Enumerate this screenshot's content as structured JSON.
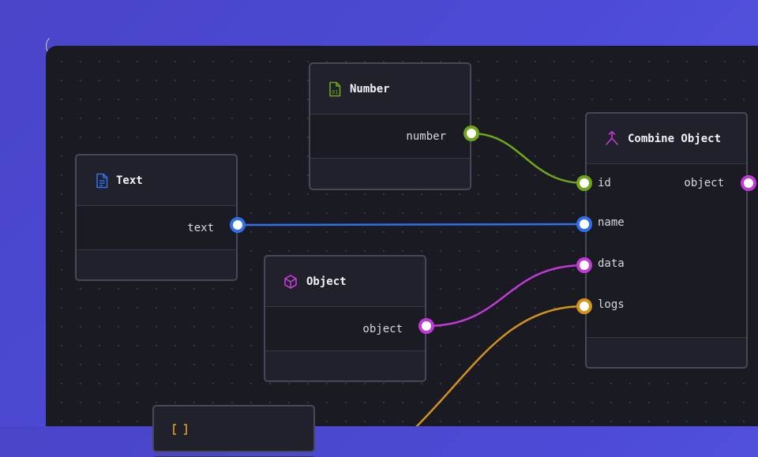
{
  "colors": {
    "number": "#6ea51a",
    "text": "#3170e8",
    "object": "#c23ad6",
    "logs": "#d3921c"
  },
  "nodes": {
    "number": {
      "title": "Number",
      "icon": "number-file-icon",
      "output": "number"
    },
    "text": {
      "title": "Text",
      "icon": "document-icon",
      "output": "text"
    },
    "object": {
      "title": "Object",
      "icon": "cube-icon",
      "output": "object"
    },
    "combine": {
      "title": "Combine Object",
      "icon": "merge-icon",
      "inputs": [
        "id",
        "name",
        "data",
        "logs"
      ],
      "output": "object"
    },
    "partial": {
      "icon": "brackets-icon"
    }
  }
}
